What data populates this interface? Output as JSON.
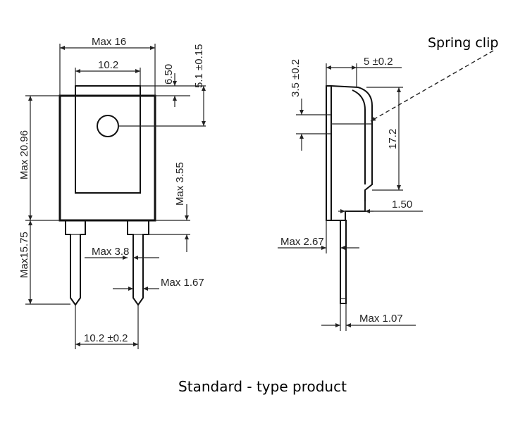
{
  "front_view": {
    "max_width": "Max 16",
    "tab_width": "10.2",
    "tab_height": "6.50",
    "hole_offset": "5.1 ±0.15",
    "body_height": "Max 20.96",
    "lead_length": "Max15.75",
    "shoulder_height": "Max 3.55",
    "lead_gap": "Max 3.8",
    "lead_width": "Max 1.67",
    "lead_pitch": "10.2 ±0.2"
  },
  "side_view": {
    "clip_label": "Spring clip",
    "body_depth": "5 ±0.2",
    "clip_offset": "3.5 ±0.2",
    "clip_height": "17.2",
    "tab_thickness": "1.50",
    "lead_offset": "Max 2.67",
    "lead_thickness": "Max 1.07"
  },
  "caption": "Standard - type product"
}
